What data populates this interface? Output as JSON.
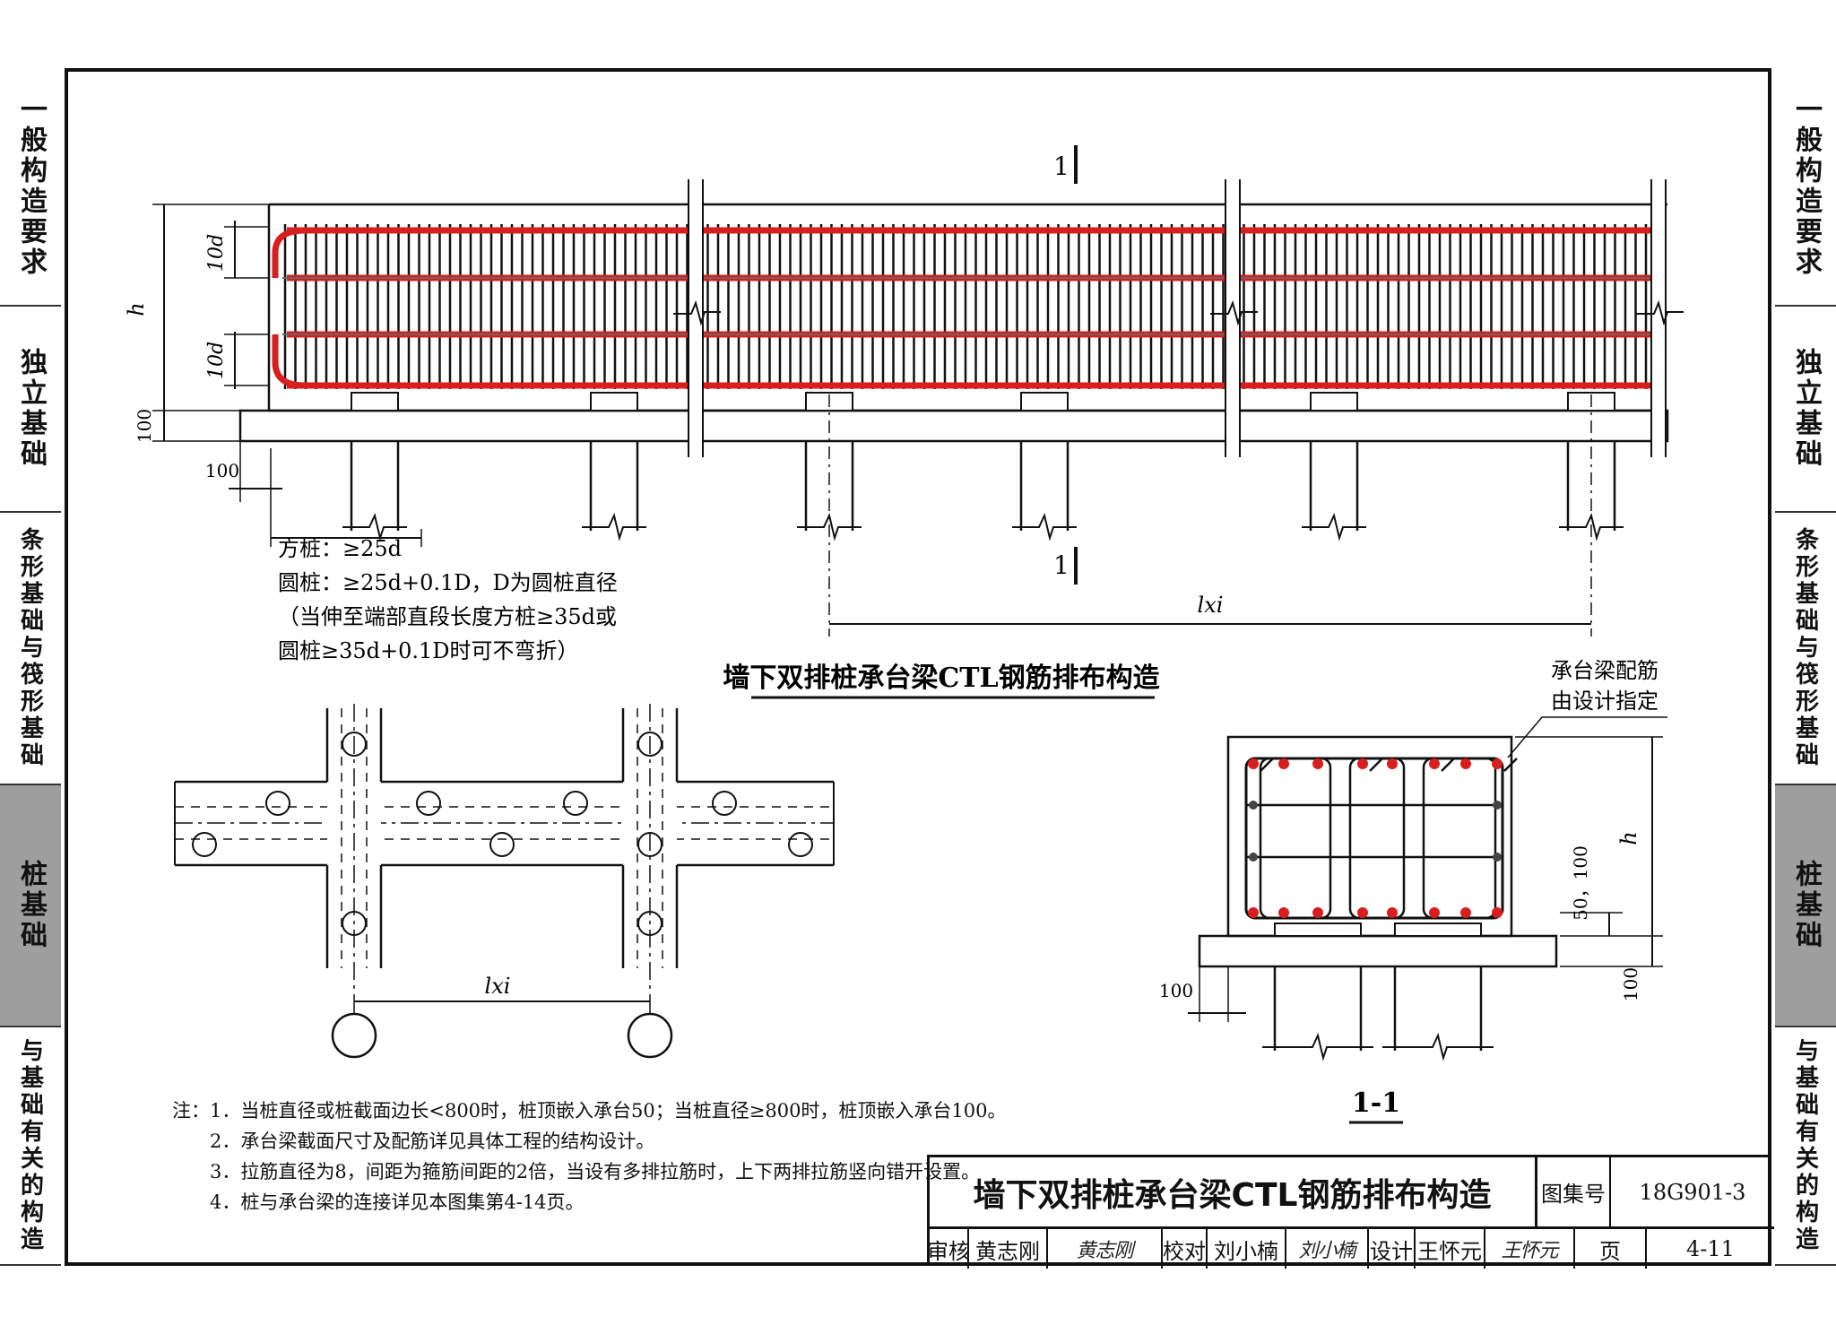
{
  "side_tabs": {
    "items": [
      "一般构造要求",
      "独立基础",
      "条形基础与筏形基础",
      "桩基础",
      "与基础有关的构造"
    ],
    "active": "桩基础"
  },
  "elevation": {
    "section_mark": "1",
    "dim_h": "h",
    "dim_10d_top": "10d",
    "dim_10d_bottom": "10d",
    "dim_100_left": "100",
    "dim_100_bottom": "100",
    "dim_lxi": "lxi",
    "anchor_note_lines": [
      "方桩：≥25d",
      "圆桩：≥25d+0.1D，D为圆桩直径",
      "（当伸至端部直段长度方桩≥35d或",
      "圆桩≥35d+0.1D时可不弯折）"
    ],
    "title": "墙下双排桩承台梁CTL钢筋排布构造"
  },
  "plan": {
    "dim_lxi": "lxi"
  },
  "section": {
    "callout_lines": [
      "承台梁配筋",
      "由设计指定"
    ],
    "dim_h": "h",
    "dim_50_100": "50，100",
    "dim_100_left": "100",
    "dim_100_right": "100",
    "label": "1-1"
  },
  "notes": {
    "lines": [
      "注：1．当桩直径或桩截面边长<800时，桩顶嵌入承台50；当桩直径≥800时，桩顶嵌入承台100。",
      "2．承台梁截面尺寸及配筋详见具体工程的结构设计。",
      "3．拉筋直径为8，间距为箍筋间距的2倍，当设有多排拉筋时，上下两排拉筋竖向错开设置。",
      "4．桩与承台梁的连接详见本图集第4-14页。"
    ]
  },
  "title_block": {
    "title": "墙下双排桩承台梁CTL钢筋排布构造",
    "atlas_label": "图集号",
    "atlas_no": "18G901-3",
    "review_label": "审核",
    "review_name": "黄志刚",
    "review_sig": "黄志刚",
    "check_label": "校对",
    "check_name": "刘小楠",
    "check_sig": "刘小楠",
    "design_label": "设计",
    "design_name": "王怀元",
    "design_sig": "王怀元",
    "page_label": "页",
    "page_no": "4-11"
  },
  "colors": {
    "rebar_red": "#d81e1e",
    "line": "#111111",
    "tab_active": "#9e9e9e"
  }
}
